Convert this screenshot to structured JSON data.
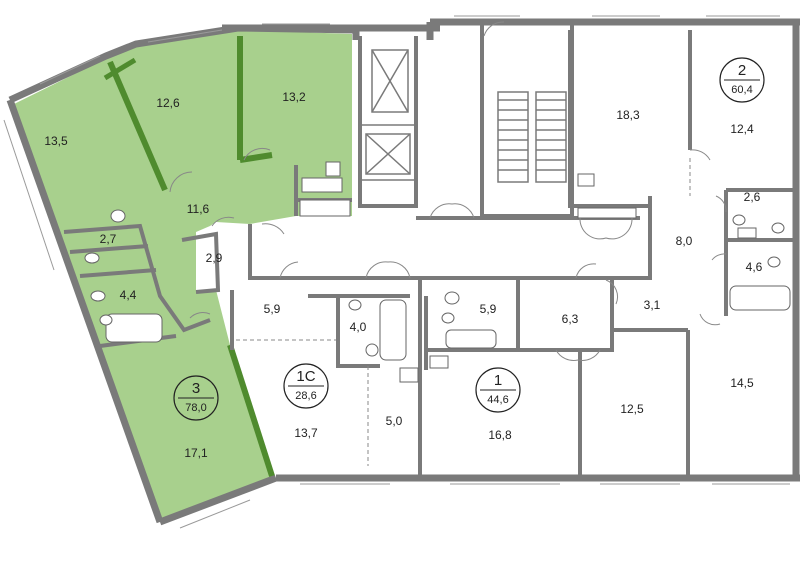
{
  "colors": {
    "apartment_fill": "#a8d08d",
    "green_wall": "#4f8b2e",
    "wall": "#7a7a7a"
  },
  "apartments": [
    {
      "id": "apt-1c",
      "number": "1С",
      "area": "28,6"
    },
    {
      "id": "apt-1",
      "number": "1",
      "area": "44,6"
    },
    {
      "id": "apt-2",
      "number": "2",
      "area": "60,4"
    },
    {
      "id": "apt-3",
      "number": "3",
      "area": "78,0"
    }
  ],
  "rooms": [
    "13,5",
    "12,6",
    "13,2",
    "11,6",
    "2,7",
    "2,9",
    "4,4",
    "17,1",
    "5,9",
    "4,0",
    "13,7",
    "5,0",
    "5,9",
    "16,8",
    "6,3",
    "12,5",
    "3,1",
    "18,3",
    "12,4",
    "2,6",
    "8,0",
    "4,6",
    "14,5"
  ]
}
